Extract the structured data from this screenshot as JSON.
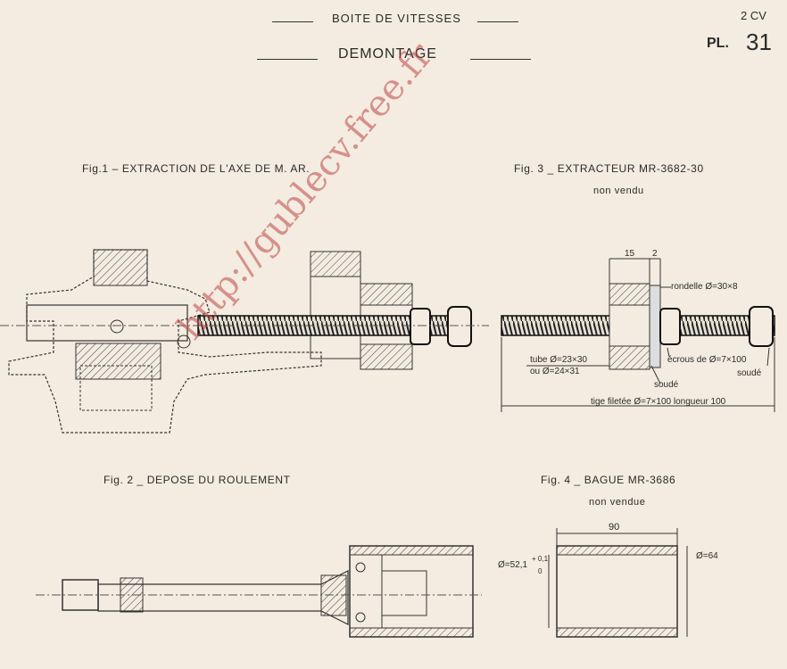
{
  "header": {
    "section": "BOITE DE VITESSES",
    "title": "DEMONTAGE",
    "model": "2 CV",
    "plate_prefix": "PL.",
    "plate_number": "31"
  },
  "figures": {
    "fig1": {
      "caption": "Fig.1 – EXTRACTION DE L'AXE DE M. AR."
    },
    "fig2": {
      "caption": "Fig. 2  _ DEPOSE DU ROULEMENT"
    },
    "fig3": {
      "caption": "Fig. 3 _ EXTRACTEUR MR-3682-30",
      "subcaption": "non vendu",
      "dim_a": "15",
      "dim_b": "2",
      "label_rondelle": "rondelle Ø=30×8",
      "label_tube1": "tube Ø=23×30",
      "label_tube2": "ou Ø=24×31",
      "label_ecrous": "écrous de Ø=7×100",
      "label_soude1": "soudé",
      "label_soude2": "soudé",
      "label_tige": "tige filetée Ø=7×100 longueur 100"
    },
    "fig4": {
      "caption": "Fig. 4 _ BAGUE MR-3686",
      "subcaption": "non vendue",
      "dim_length": "90",
      "dim_inner": "Ø=52,1",
      "dim_tol": "+ 0,1",
      "dim_tol2": "0",
      "dim_outer": "Ø=64"
    }
  },
  "watermark": "http://gublecv.free.fr"
}
